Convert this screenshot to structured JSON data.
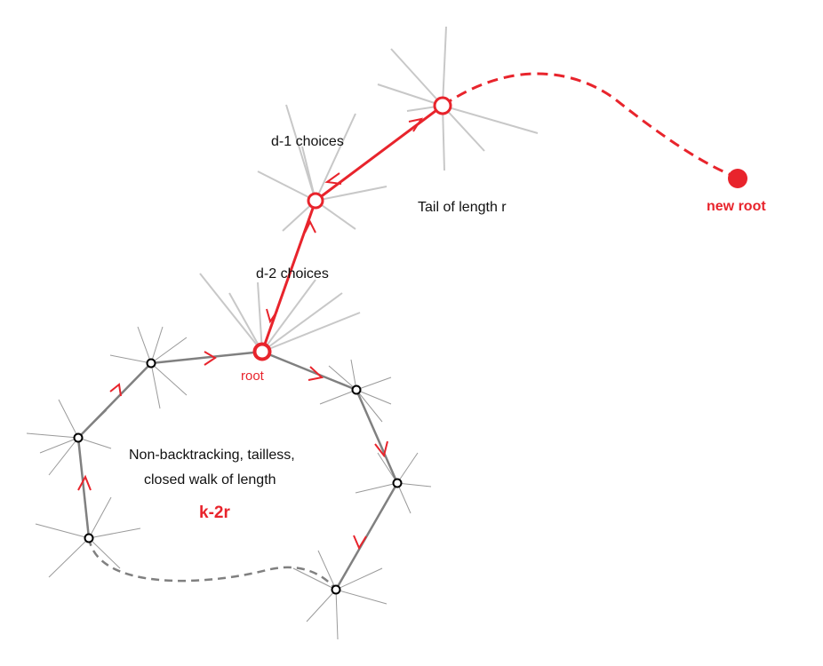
{
  "labels": {
    "d1_choices": "d-1 choices",
    "d2_choices": "d-2 choices",
    "tail": "Tail of length r",
    "new_root": "new root",
    "root": "root",
    "walk_line1": "Non-backtracking, tailless,",
    "walk_line2": "closed walk of length",
    "walk_length": "k-2r"
  },
  "colors": {
    "accent_red": "#e8242c",
    "edge_gray": "#808080",
    "spoke_light": "#c8c8c8",
    "spoke_dark": "#9a9a9a",
    "node_black": "#000000"
  }
}
